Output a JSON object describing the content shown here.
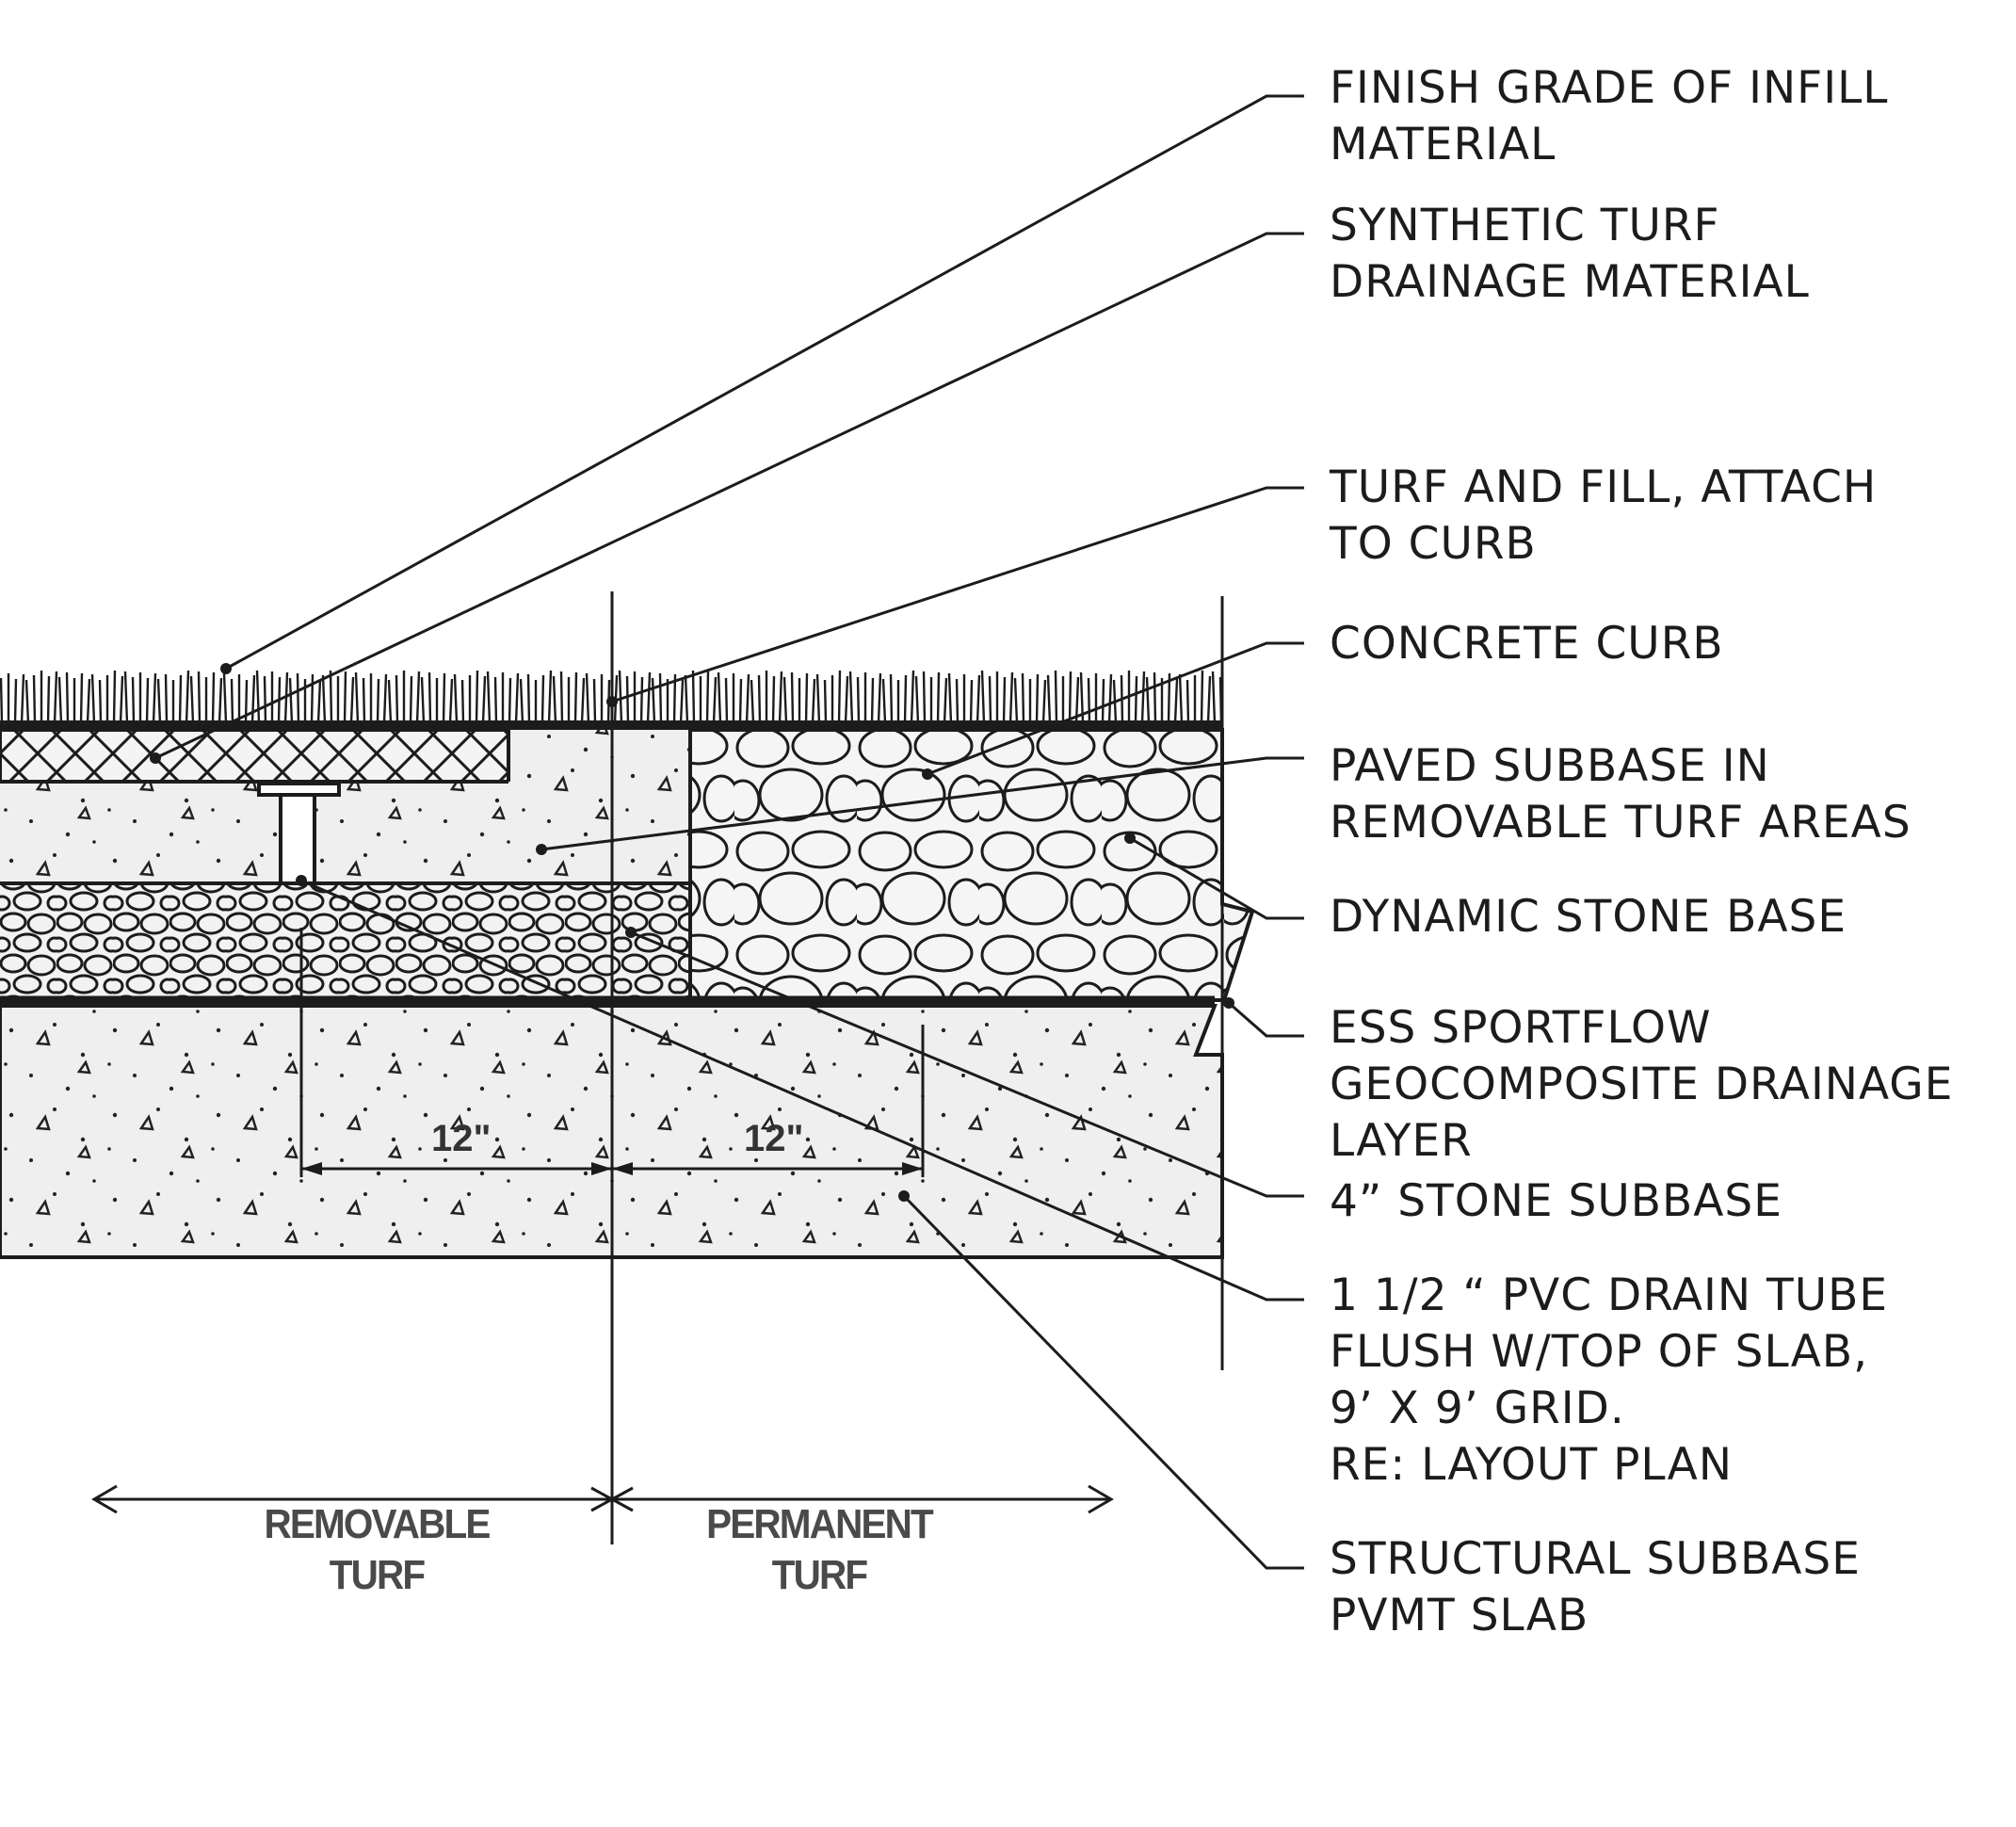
{
  "callouts": [
    {
      "id": "finish-grade",
      "lines": [
        "FINISH GRADE OF INFILL",
        "MATERIAL"
      ]
    },
    {
      "id": "drainage-material",
      "lines": [
        "SYNTHETIC TURF",
        "DRAINAGE MATERIAL"
      ]
    },
    {
      "id": "turf-fill",
      "lines": [
        "TURF AND FILL, ATTACH",
        "TO CURB"
      ]
    },
    {
      "id": "concrete-curb",
      "lines": [
        "CONCRETE CURB"
      ]
    },
    {
      "id": "paved-subbase",
      "lines": [
        "PAVED SUBBASE IN",
        "REMOVABLE TURF AREAS"
      ]
    },
    {
      "id": "dynamic-stone",
      "lines": [
        "DYNAMIC STONE BASE"
      ]
    },
    {
      "id": "ess-sportflow",
      "lines": [
        "ESS SPORTFLOW",
        "GEOCOMPOSITE DRAINAGE",
        "LAYER"
      ]
    },
    {
      "id": "stone-subbase",
      "lines": [
        "4” STONE SUBBASE"
      ]
    },
    {
      "id": "pvc-drain",
      "lines": [
        "1 1/2 “ PVC DRAIN TUBE",
        "FLUSH W/TOP OF SLAB,",
        "9’ X 9’ GRID.",
        "RE: LAYOUT PLAN"
      ]
    },
    {
      "id": "structural-subbase",
      "lines": [
        "STRUCTURAL SUBBASE",
        "PVMT SLAB"
      ]
    }
  ],
  "dimensions": {
    "left": "12\"",
    "right": "12\""
  },
  "zones": {
    "removable": [
      "REMOVABLE",
      "TURF"
    ],
    "permanent": [
      "PERMANENT",
      "TURF"
    ]
  },
  "colors": {
    "ink": "#1c1c1c",
    "concrete": "#eeeeee",
    "paper": "#ffffff"
  }
}
